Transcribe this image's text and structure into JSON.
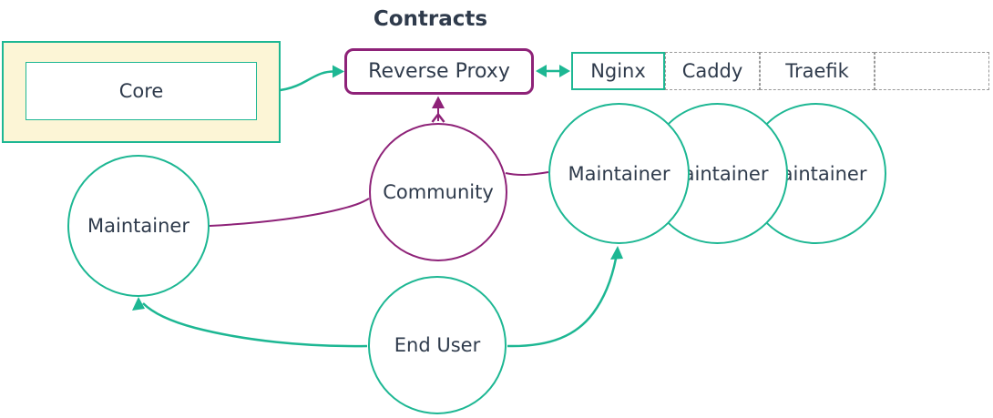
{
  "title": "Contracts",
  "palette": {
    "teal": "#1db793",
    "purple": "#8e2278",
    "text": "#2f3b4c",
    "container_fill": "#fcf5d6",
    "dashed_border": "#999999",
    "background": "#ffffff"
  },
  "nodes": {
    "core": "Core",
    "reverse_proxy": "Reverse Proxy",
    "proxy_options": [
      "Nginx",
      "Caddy",
      "Traefik",
      ""
    ],
    "community": "Community",
    "maintainer_left": "Maintainer",
    "maintainers_right": [
      "Maintainer",
      "Maintainer",
      "Maintainer"
    ],
    "end_user": "End User"
  },
  "edges": [
    {
      "from": "Core",
      "to": "Reverse Proxy",
      "style": "arrow",
      "color": "teal"
    },
    {
      "from": "Reverse Proxy",
      "to": "Nginx",
      "style": "double-arrow",
      "color": "teal"
    },
    {
      "from": "Community",
      "to": "Reverse Proxy",
      "style": "arrow",
      "color": "purple"
    },
    {
      "from": "Community",
      "to": "Maintainer (left)",
      "style": "line",
      "color": "purple"
    },
    {
      "from": "Community",
      "to": "Maintainer (right)",
      "style": "line",
      "color": "purple"
    },
    {
      "from": "End User",
      "to": "Maintainer (left)",
      "style": "arrow",
      "color": "teal"
    },
    {
      "from": "End User",
      "to": "Maintainer (right)",
      "style": "arrow",
      "color": "teal"
    }
  ]
}
